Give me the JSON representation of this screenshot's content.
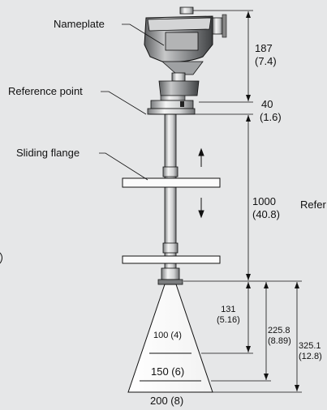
{
  "callouts": {
    "nameplate": "Nameplate",
    "reference_point": "Reference point",
    "sliding_flange": "Sliding flange",
    "clipped_reference": "Refer"
  },
  "dimensions": {
    "head_height": {
      "mm": "187",
      "in": "(7.4)"
    },
    "ref_to_nozzle": {
      "mm": "40",
      "in": "(1.6)"
    },
    "rod_length": {
      "mm": "1000",
      "in": "(40.8)"
    },
    "horn_100": {
      "mm": "131",
      "in": "(5.16)"
    },
    "horn_150": {
      "mm": "225.8",
      "in": "(8.89)"
    },
    "horn_200": {
      "mm": "325.1",
      "in": "(12.8)"
    }
  },
  "horn_sizes": [
    "100 (4)",
    "150 (6)",
    "200 (8)"
  ],
  "colors": {
    "background": "#e6e7e8",
    "part_light": "#fbfbfb",
    "part_dark": "#8c8e90",
    "line": "#111111"
  }
}
